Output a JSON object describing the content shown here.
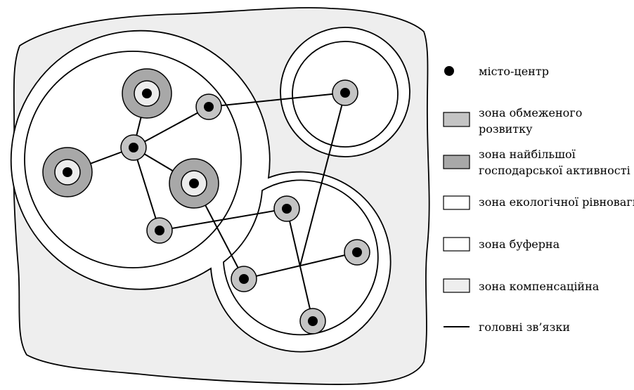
{
  "legend": {
    "city_center": "місто-центр",
    "limited_dev_line1": "зона обмеженого",
    "limited_dev_line2": "розвитку",
    "max_activity_line1": "зона найбільшої",
    "max_activity_line2": "господарської активності",
    "ecological_balance": "зона екологічної рівноваги",
    "buffer": "зона буферна",
    "compensation": "зона компенсаційна",
    "main_links": "головні зв’язки"
  },
  "colors": {
    "compensation_fill": "#eeeeee",
    "limited_dev_fill": "#c4c4c4",
    "max_activity_fill": "#a8a8a8",
    "white_zone_fill": "#ffffff",
    "city_dot": "#000000",
    "stroke": "#000000"
  }
}
